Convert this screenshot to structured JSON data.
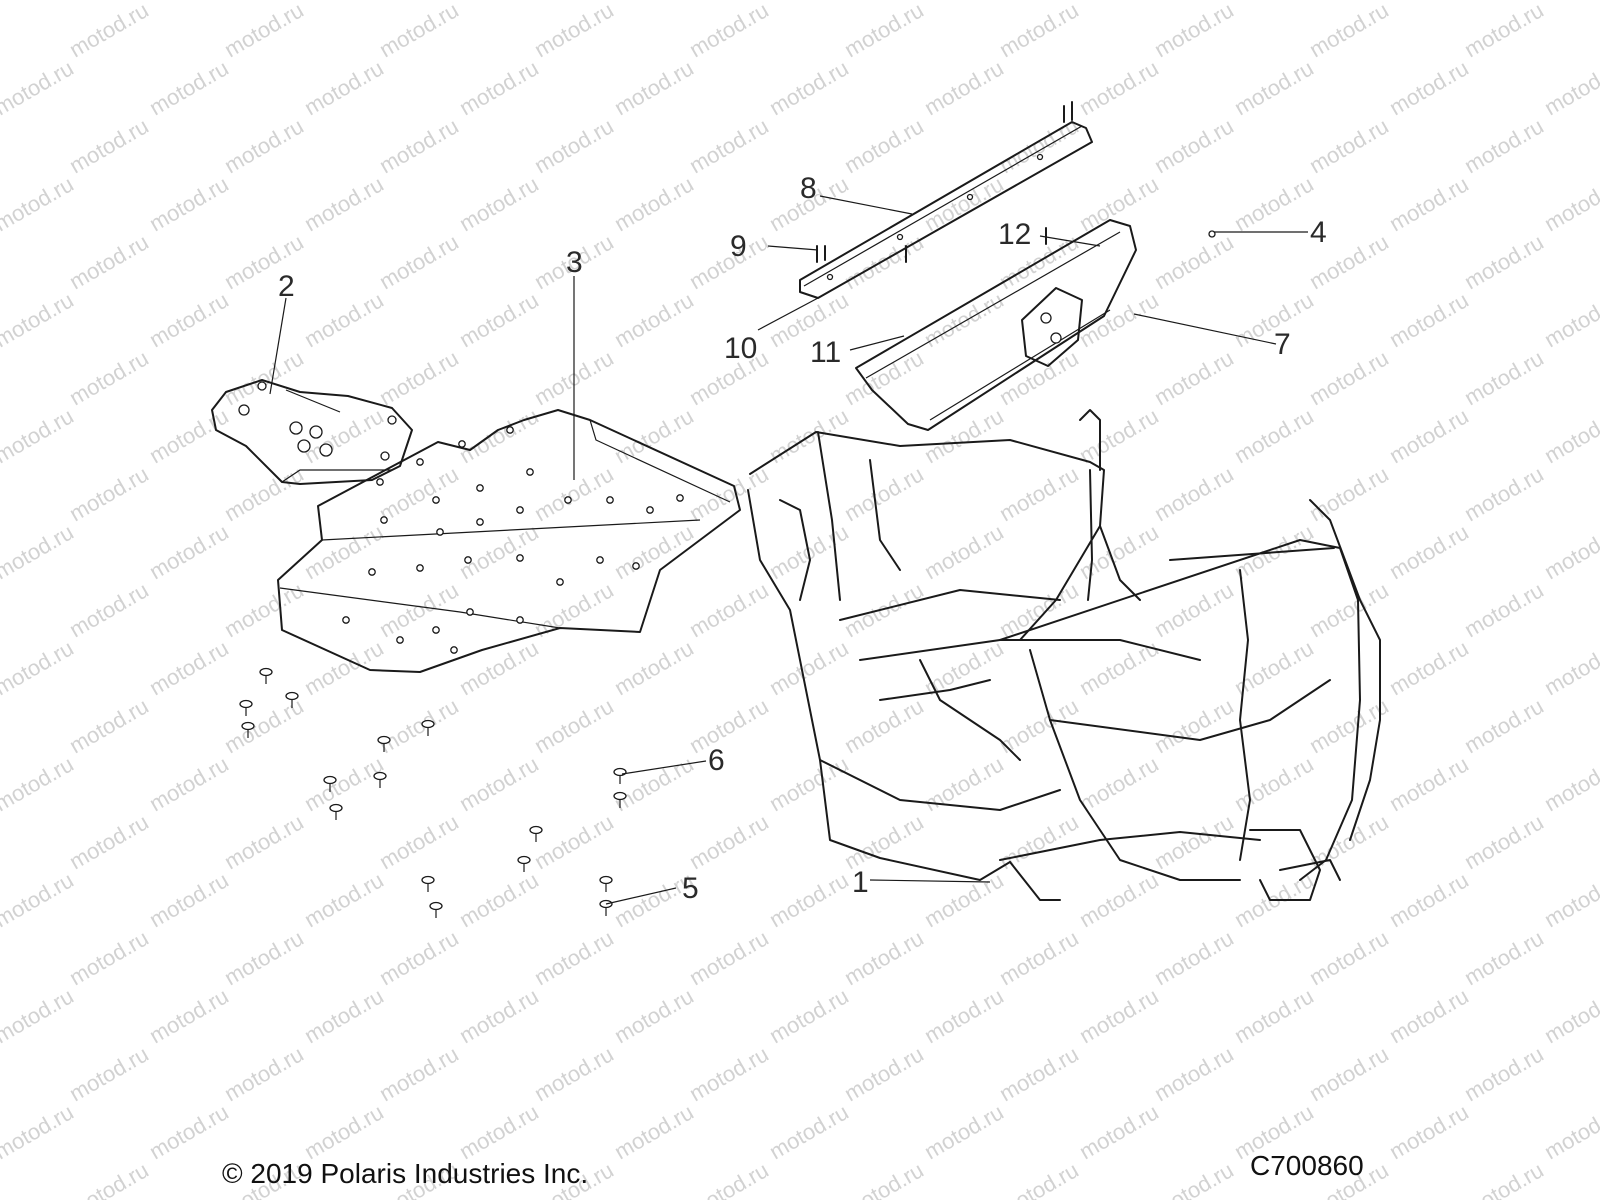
{
  "watermark": "motod.ru",
  "callouts": [
    {
      "label": "1"
    },
    {
      "label": "2"
    },
    {
      "label": "3"
    },
    {
      "label": "4"
    },
    {
      "label": "5"
    },
    {
      "label": "6"
    },
    {
      "label": "7"
    },
    {
      "label": "8"
    },
    {
      "label": "9"
    },
    {
      "label": "10"
    },
    {
      "label": "11"
    },
    {
      "label": "12"
    }
  ],
  "footer": {
    "copyright": "© 2019 Polaris Industries Inc.",
    "diagram_code": "C700860"
  }
}
